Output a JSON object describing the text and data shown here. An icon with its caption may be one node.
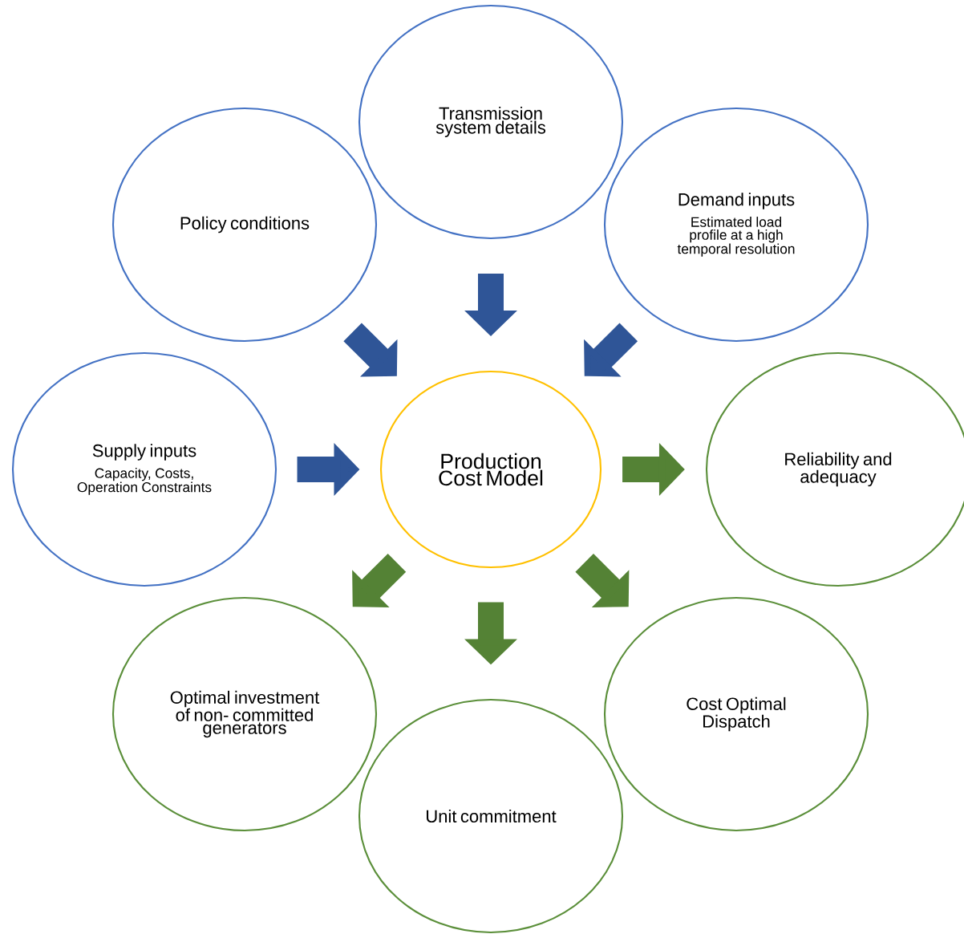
{
  "diagram": {
    "nodes": [
      {
        "text": [
          "Transmission system details"
        ]
      },
      {
        "text": [
          "Policy conditions"
        ]
      },
      {
        "text": [
          "Demand inputs",
          "Estimated load profile at a high temporal resolution"
        ]
      },
      {
        "text": [
          "Supply inputs",
          "Capacity, Costs, Operation Constraints"
        ]
      },
      {
        "text": [
          "Production Cost Model"
        ]
      },
      {
        "text": [
          "Reliability and adequacy"
        ]
      },
      {
        "text": [
          "Optimal investment of non- committed generators"
        ]
      },
      {
        "text": [
          "Unit commitment"
        ]
      },
      {
        "text": [
          "Cost Optimal Dispatch"
        ]
      }
    ],
    "edges": [
      {
        "from": 1,
        "to": 4,
        "arrow": "to"
      },
      {
        "from": 0,
        "to": 4,
        "arrow": "to"
      },
      {
        "from": 2,
        "to": 4,
        "arrow": "to"
      },
      {
        "from": 3,
        "to": 4,
        "arrow": "to"
      },
      {
        "from": 4,
        "to": 5,
        "arrow": "to",
        "color": "#548235"
      },
      {
        "from": 4,
        "to": 6,
        "arrow": "to",
        "color": "#548235"
      },
      {
        "from": 4,
        "to": 7,
        "arrow": "to",
        "color": "#548235"
      },
      {
        "from": 4,
        "to": 8,
        "arrow": "to",
        "color": "#548235"
      }
    ]
  }
}
